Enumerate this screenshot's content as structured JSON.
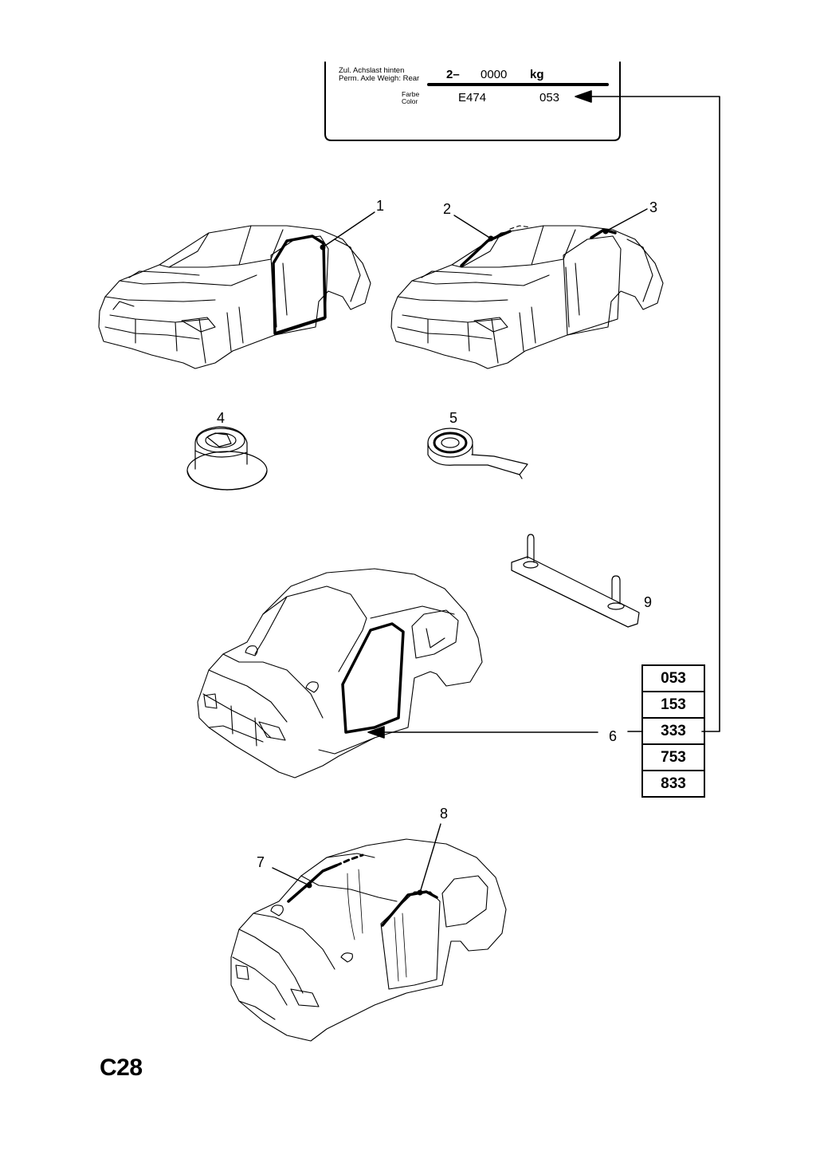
{
  "label_plate": {
    "line1_de": "Zul. Achslast hinten",
    "line1_en": "Perm. Axle Weigh: Rear",
    "axle_prefix": "2–",
    "axle_value": "0000",
    "axle_unit": "kg",
    "color_de": "Farbe",
    "color_en": "Color",
    "color_code": "E474",
    "color_number": "053"
  },
  "callouts": {
    "c1": "1",
    "c2": "2",
    "c3": "3",
    "c4": "4",
    "c5": "5",
    "c6": "6",
    "c7": "7",
    "c8": "8",
    "c9": "9"
  },
  "color_codes": [
    "053",
    "153",
    "333",
    "753",
    "833"
  ],
  "page_code": "C28"
}
